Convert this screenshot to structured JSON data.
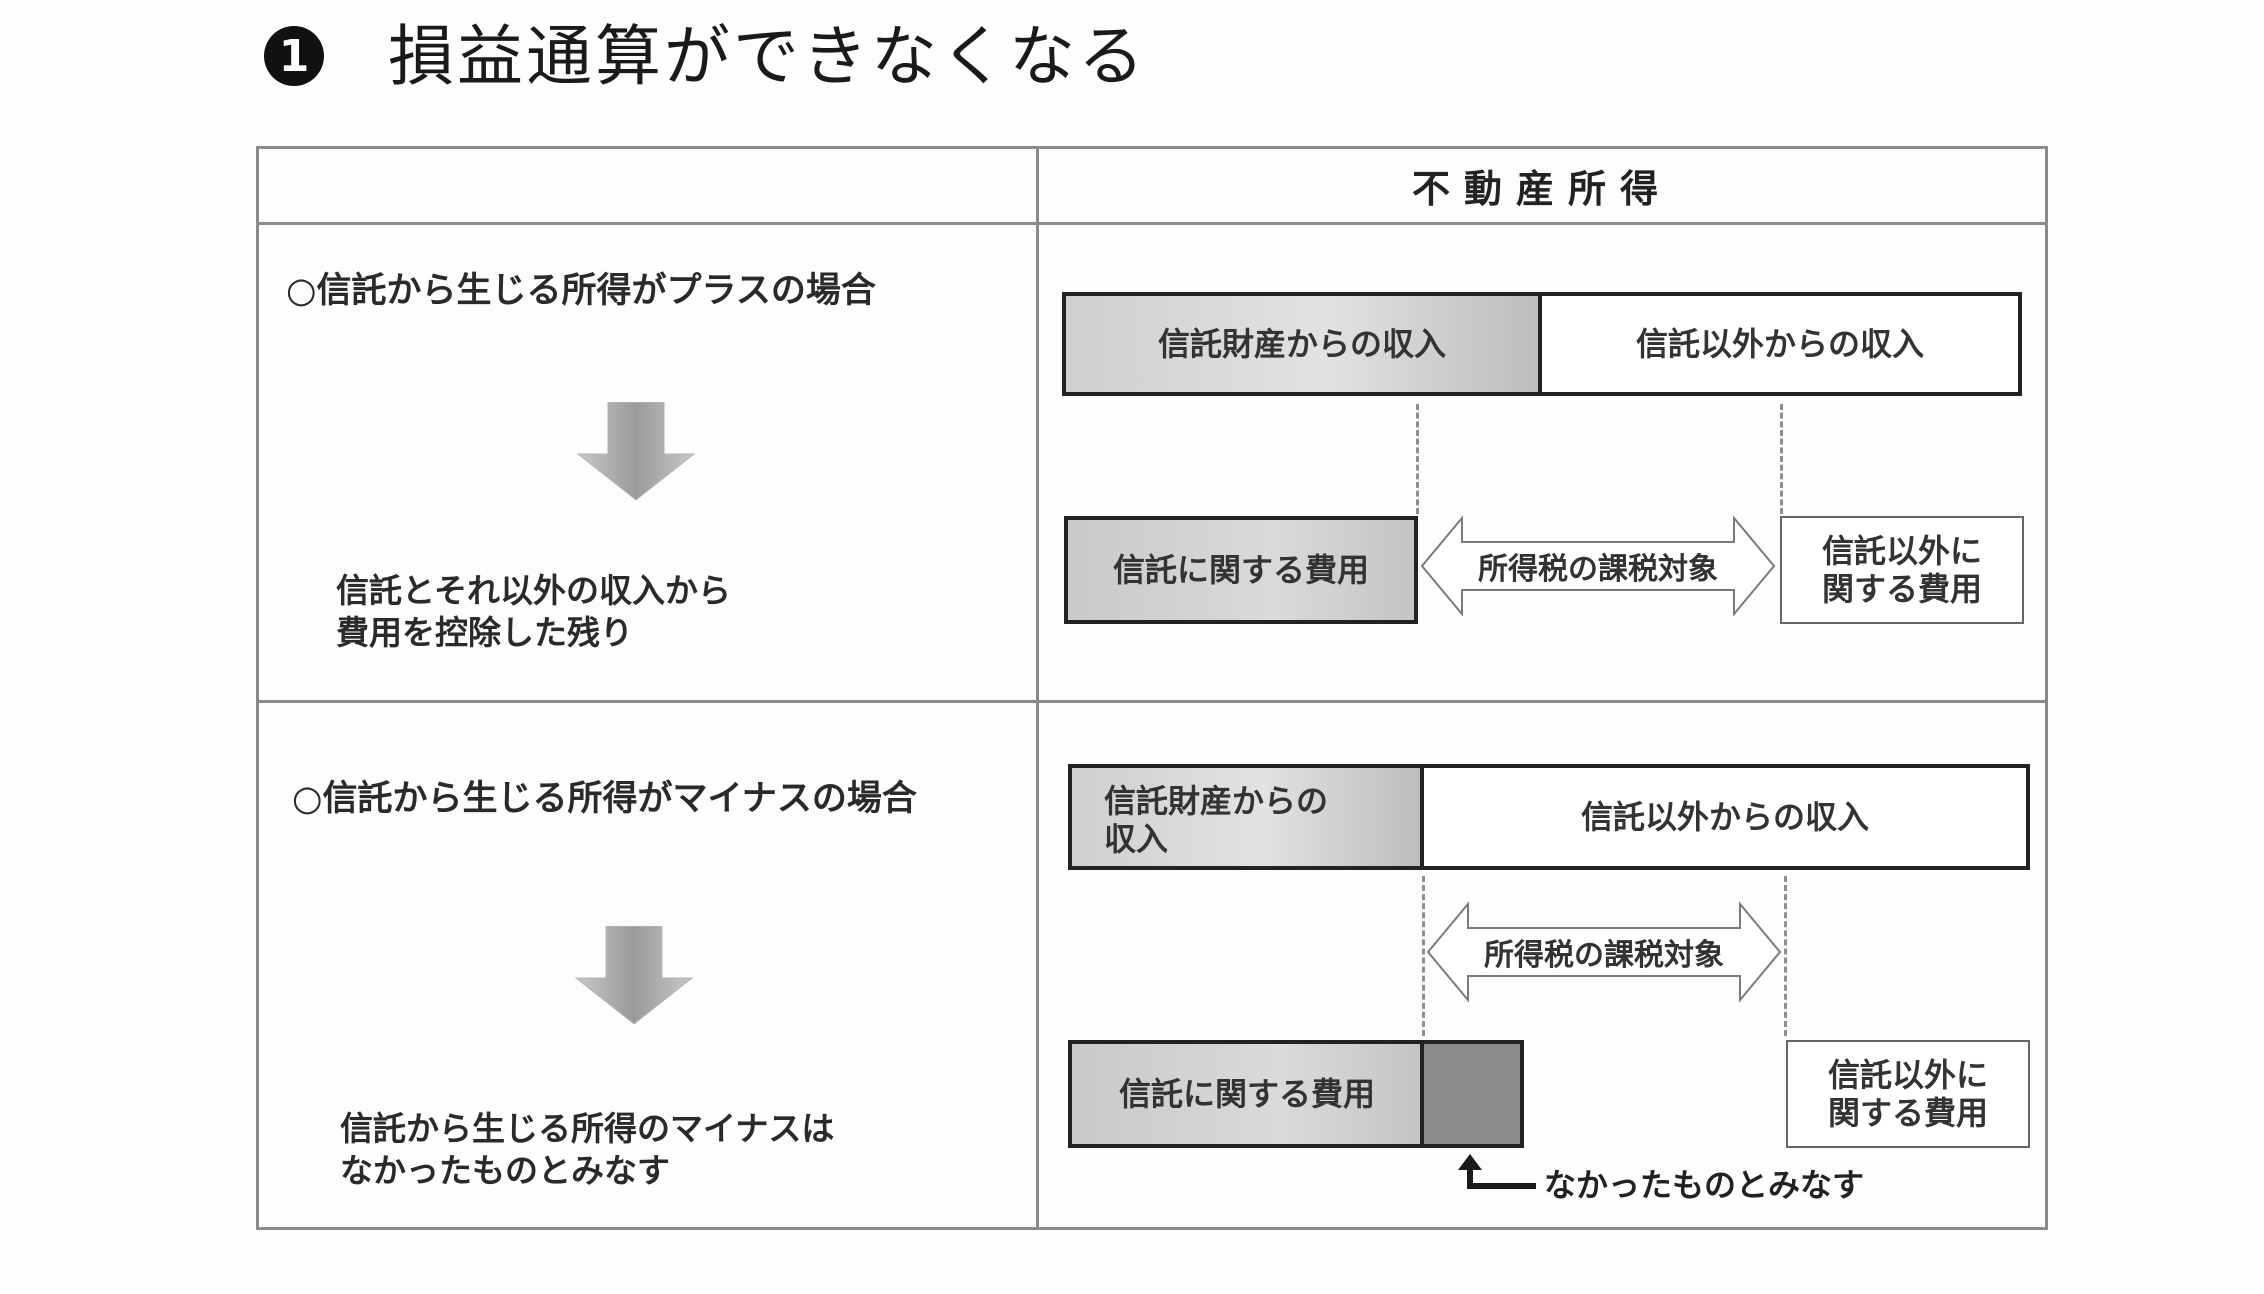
{
  "heading": {
    "badge": "1",
    "title": "損益通算ができなくなる"
  },
  "table": {
    "header": "不動産所得",
    "rows": [
      {
        "case_title": "○信託から生じる所得がプラスの場合",
        "description": [
          "信託とそれ以外の収入から",
          "費用を控除した残り"
        ],
        "income_trust": "信託財産からの収入",
        "income_other": "信託以外からの収入",
        "expense_trust": "信託に関する費用",
        "taxable": "所得税の課税対象",
        "expense_other": [
          "信託以外に",
          "関する費用"
        ]
      },
      {
        "case_title": "○信託から生じる所得がマイナスの場合",
        "description": [
          "信託から生じる所得のマイナスは",
          "なかったものとみなす"
        ],
        "income_trust": [
          "信託財産からの",
          "収入"
        ],
        "income_other": "信託以外からの収入",
        "expense_trust": "信託に関する費用",
        "taxable": "所得税の課税対象",
        "expense_other": [
          "信託以外に",
          "関する費用"
        ],
        "note": "なかったものとみなす"
      }
    ]
  }
}
